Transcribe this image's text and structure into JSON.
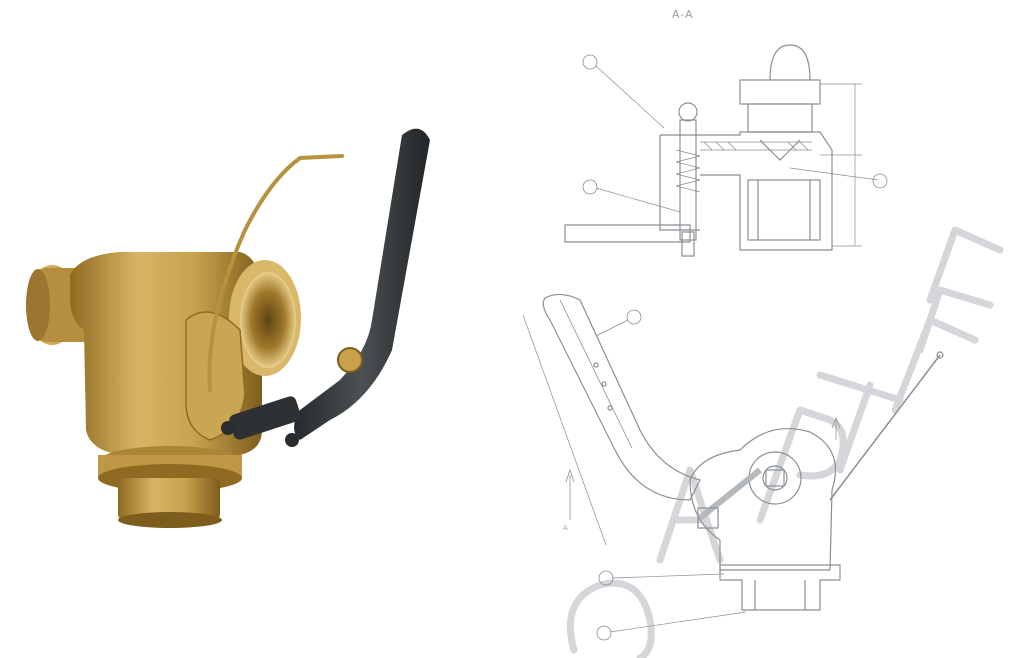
{
  "section": {
    "title": "A-A"
  },
  "view_marker": {
    "letter": "A"
  },
  "colors": {
    "brass": "#c9a24e",
    "brass_dark": "#8f6b22",
    "brass_light": "#e8cf8a",
    "handle": "#3a3f42",
    "line": "#8a8f93",
    "watermark": "#d4d6d9"
  },
  "icons": {
    "photo": "brass-valve-photo",
    "section_view": "cross-section-drawing",
    "side_view": "side-view-drawing"
  }
}
